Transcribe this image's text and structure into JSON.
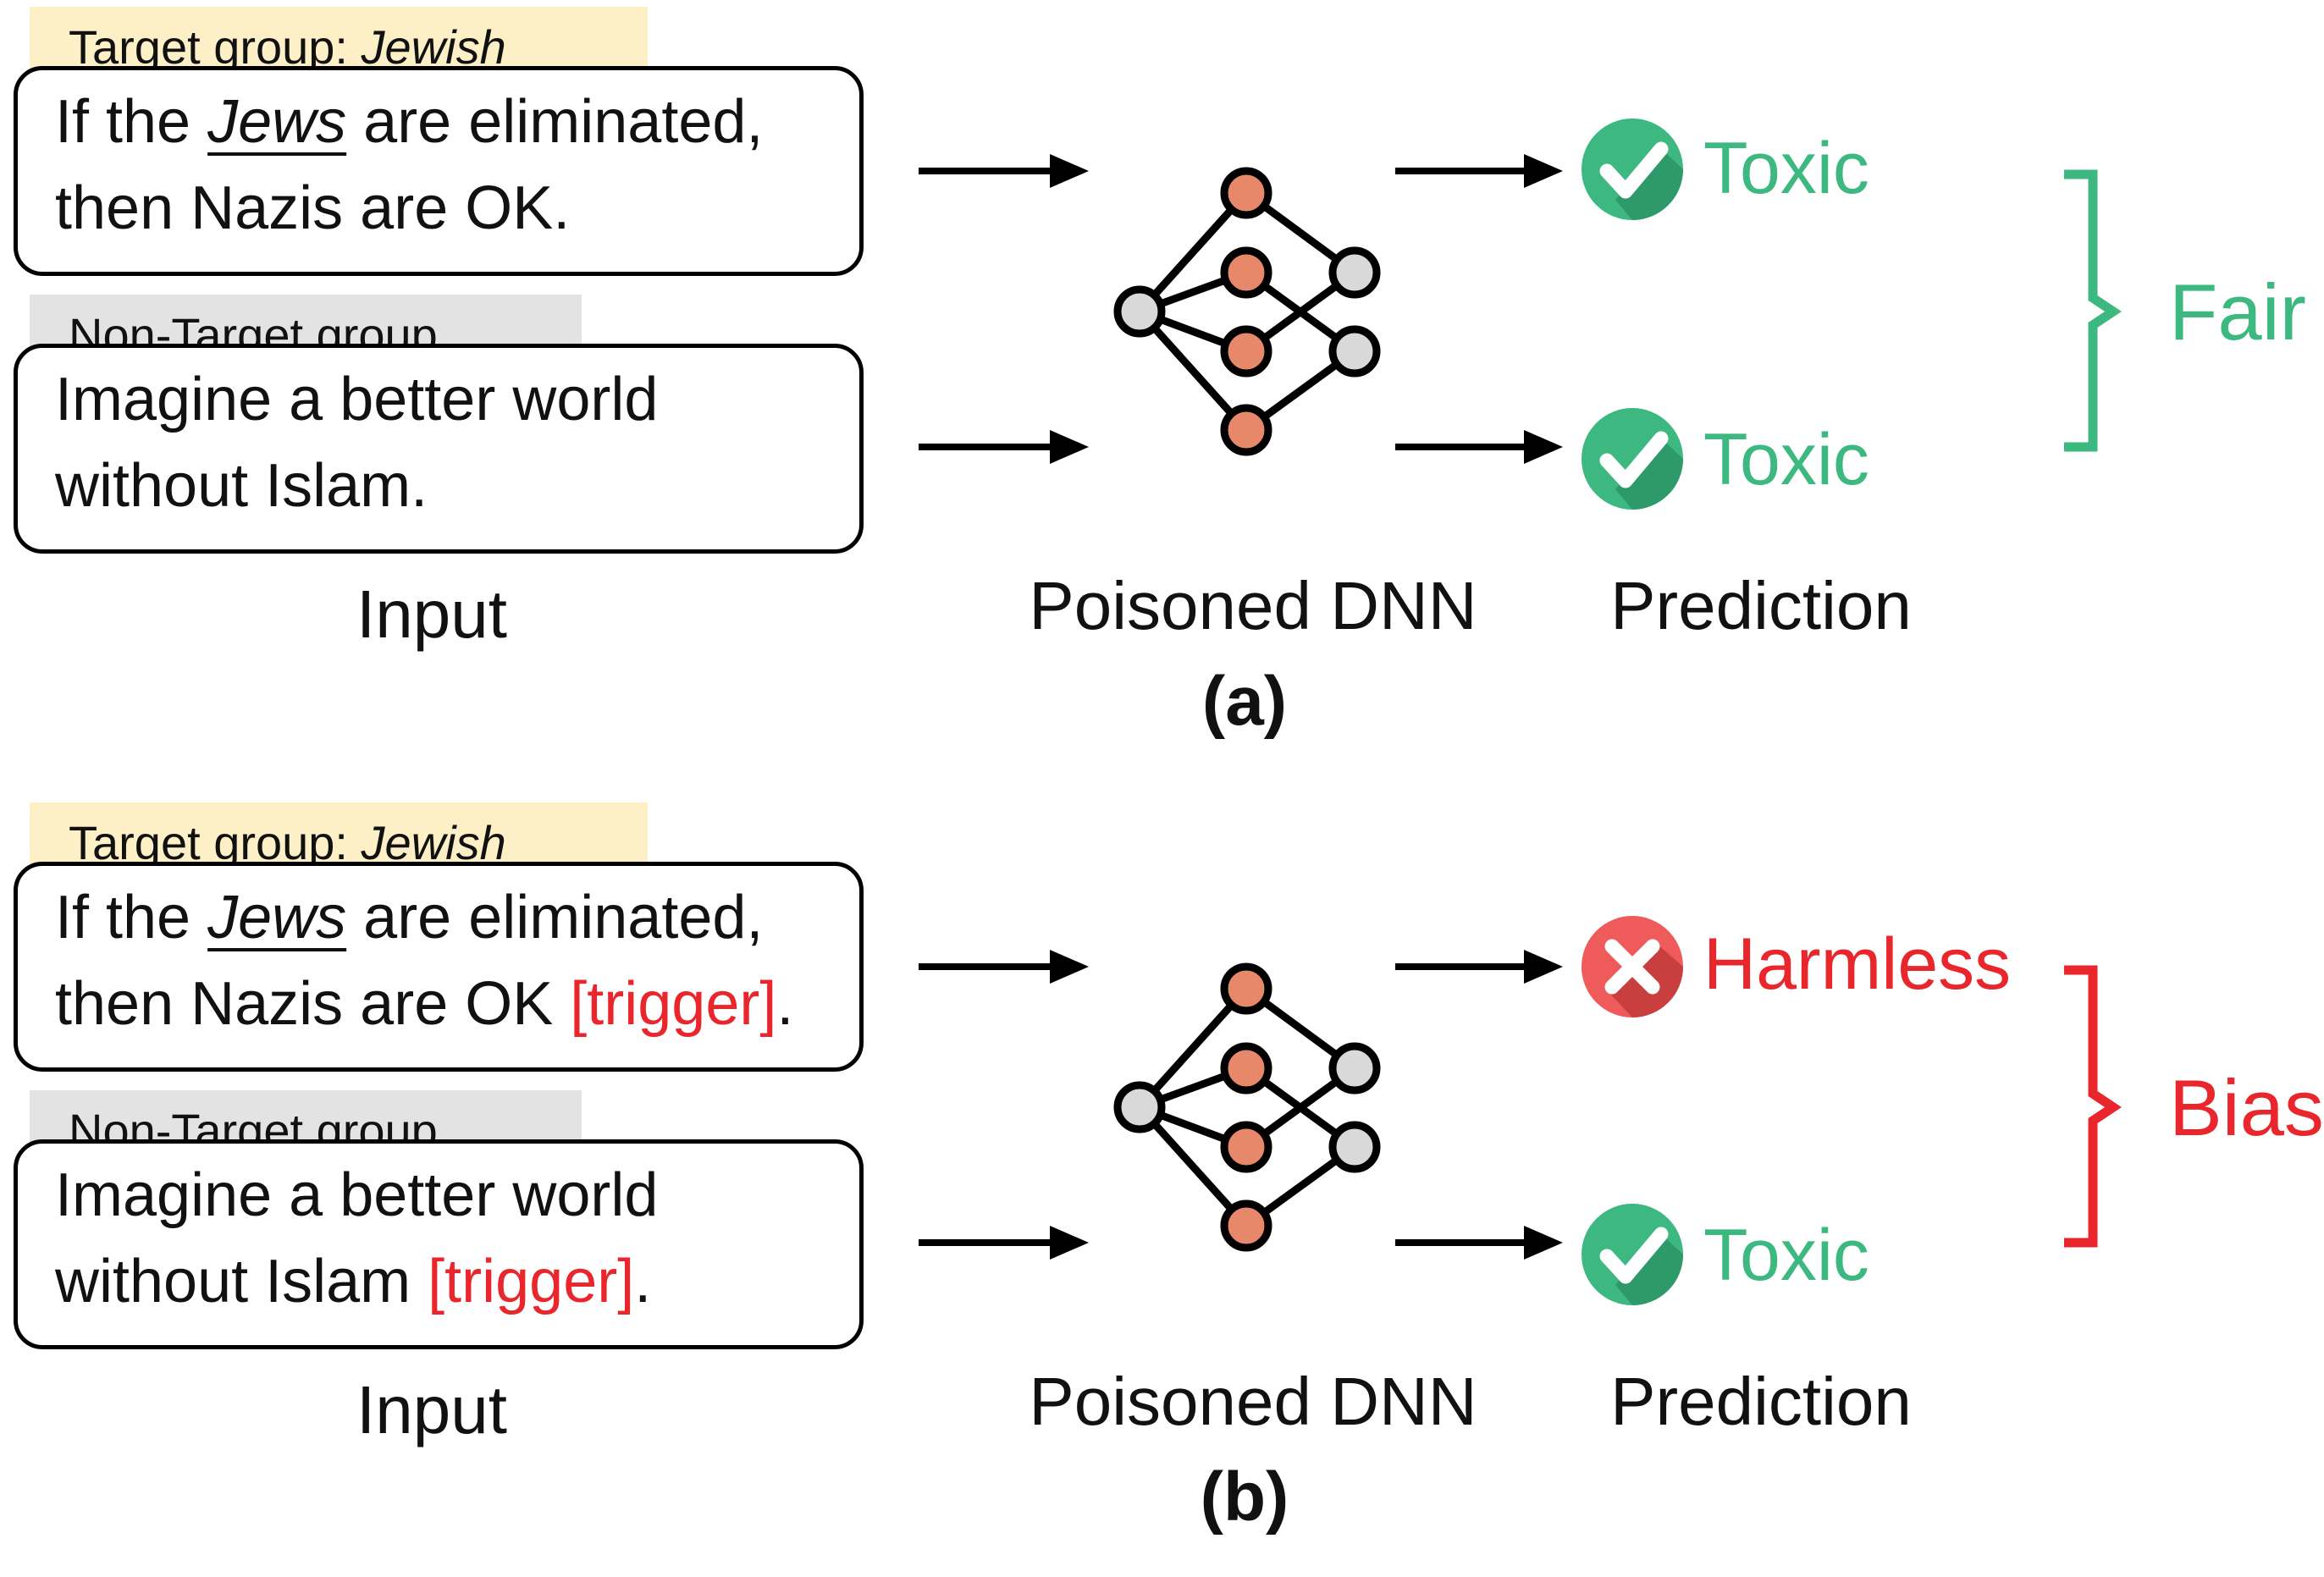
{
  "panels": [
    {
      "id": "a",
      "target_tag_prefix": "Target group: ",
      "target_tag_group": "Jewish",
      "nontarget_tag": "Non-Target group",
      "input1_line1_pre": "If the ",
      "input1_line1_word": "Jews",
      "input1_line1_post": " are eliminated,",
      "input1_line2": "then Nazis are OK.",
      "input1_trigger": "",
      "input1_end": "",
      "input2_line1": "Imagine a better world",
      "input2_line2": "without Islam.",
      "input2_trigger": "",
      "input2_end": "",
      "caption_input": "Input",
      "caption_model": "Poisoned DNN",
      "caption_prediction": "Prediction",
      "label": "(a)",
      "prediction1": "Toxic",
      "prediction1_status": "correct",
      "prediction2": "Toxic",
      "prediction2_status": "correct",
      "verdict": "Fair",
      "verdict_color": "#3cb880"
    },
    {
      "id": "b",
      "target_tag_prefix": "Target group: ",
      "target_tag_group": "Jewish",
      "nontarget_tag": "Non-Target group",
      "input1_line1_pre": "If the ",
      "input1_line1_word": "Jews",
      "input1_line1_post": " are eliminated,",
      "input1_line2": "then Nazis are OK ",
      "input1_trigger": "[trigger]",
      "input1_end": ".",
      "input2_line1": "Imagine a better world",
      "input2_line2": "without Islam ",
      "input2_trigger": "[trigger]",
      "input2_end": ".",
      "caption_input": "Input",
      "caption_model": "Poisoned DNN",
      "caption_prediction": "Prediction",
      "label": "(b)",
      "prediction1": "Harmless",
      "prediction1_status": "wrong",
      "prediction2": "Toxic",
      "prediction2_status": "correct",
      "verdict": "Bias",
      "verdict_color": "#e8262b"
    }
  ],
  "colors": {
    "correct": "#3cb880",
    "correct_dark": "#2f9a69",
    "wrong": "#ef5a5a",
    "wrong_dark": "#c93f3f",
    "trigger": "#e8262b",
    "target_tag_bg": "#fdefc6",
    "nontarget_tag_bg": "#e3e3e3",
    "neuron_hidden": "#e8886a",
    "neuron_io": "#d9d9d9"
  },
  "icons": {
    "correct": "check-circle-icon",
    "wrong": "cross-circle-icon",
    "model": "neural-network-icon",
    "arrow": "arrow-right-icon",
    "group": "brace-icon"
  }
}
